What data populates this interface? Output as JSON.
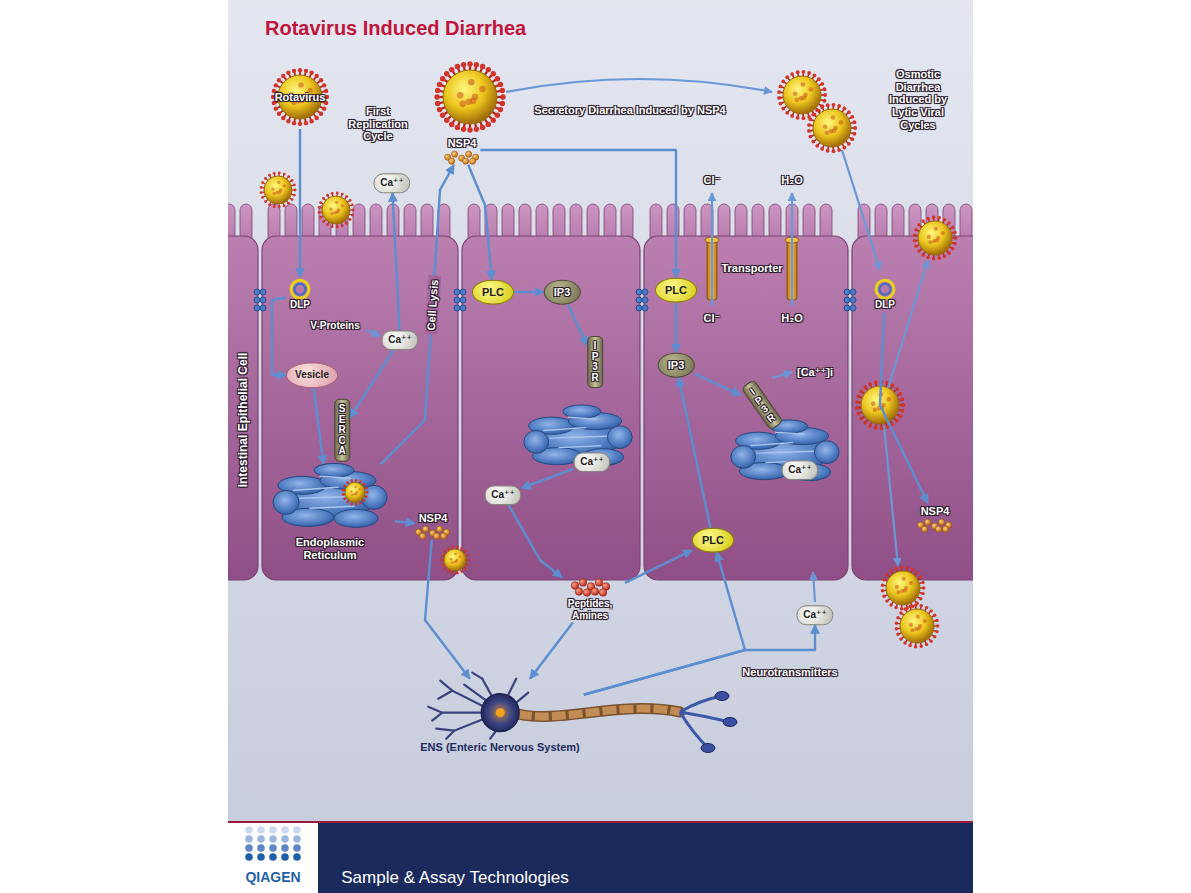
{
  "diagram": {
    "title": "Rotavirus Induced Diarrhea",
    "nodes": [
      {
        "text": [
          "Rotavirus"
        ]
      },
      {
        "text": [
          "NSP4"
        ]
      },
      {
        "text": [
          "Ca⁺⁺"
        ]
      },
      {
        "text": [
          "PLC"
        ]
      },
      {
        "text": [
          "IP3"
        ]
      },
      {
        "text": [
          "PLC"
        ]
      },
      {
        "text": [
          "DLP"
        ]
      },
      {
        "text": [
          "DLP"
        ]
      },
      {
        "text": [
          "Ca⁺⁺"
        ]
      },
      {
        "text": [
          "IP3R"
        ]
      },
      {
        "text": [
          "IP3"
        ]
      },
      {
        "text": [
          "Vesicle"
        ]
      },
      {
        "text": [
          "IP3R"
        ]
      },
      {
        "text": [
          "SERCA"
        ]
      },
      {
        "text": [
          "Endoplasmic Reticulum"
        ]
      },
      {
        "text": [
          "Ca⁺⁺"
        ]
      },
      {
        "text": [
          "Ca⁺⁺"
        ]
      },
      {
        "text": [
          "Ca⁺⁺"
        ]
      },
      {
        "text": [
          "NSP4"
        ]
      },
      {
        "text": [
          "NSP4"
        ]
      },
      {
        "text": [
          "PLC"
        ]
      },
      {
        "text": [
          "Peptides, Amines"
        ]
      },
      {
        "text": [
          "Ca⁺⁺"
        ]
      },
      {
        "text": [
          "ENS (Enteric Nervous System)"
        ]
      }
    ],
    "edges": [
      {
        "from": 0,
        "to": 6,
        "arrow": "to"
      },
      {
        "from": 1,
        "to": 3,
        "arrow": "to"
      },
      {
        "from": 1,
        "to": 5,
        "arrow": "to"
      },
      {
        "from": 8,
        "to": 2,
        "arrow": "to"
      },
      {
        "from": 6,
        "to": 11,
        "arrow": "to"
      },
      {
        "from": 3,
        "to": 4,
        "arrow": "to"
      },
      {
        "from": 4,
        "to": 9,
        "arrow": "to"
      },
      {
        "from": 5,
        "to": 10,
        "arrow": "to"
      },
      {
        "from": 8,
        "to": 13,
        "arrow": "to"
      },
      {
        "from": 11,
        "to": 14,
        "arrow": "to"
      },
      {
        "from": 10,
        "to": 12,
        "arrow": "to"
      },
      {
        "from": 14,
        "to": 1,
        "label": "Cell Lysis",
        "arrow": "to"
      },
      {
        "from": 15,
        "to": 17,
        "arrow": "to"
      },
      {
        "from": 17,
        "to": 21,
        "arrow": "to"
      },
      {
        "from": 14,
        "to": 18,
        "arrow": "to"
      },
      {
        "from": 21,
        "to": 23,
        "arrow": "to"
      },
      {
        "from": 18,
        "to": 23,
        "arrow": "to"
      },
      {
        "from": 21,
        "to": 20,
        "arrow": "to"
      },
      {
        "from": 20,
        "to": 10,
        "arrow": "to"
      },
      {
        "from": 23,
        "to": 20,
        "arrow": "to"
      },
      {
        "from": 23,
        "to": 22,
        "arrow": "to"
      },
      {
        "from": 7,
        "to": 19,
        "arrow": "to"
      }
    ],
    "labels": [
      "First Replication Cycle",
      "Secretory Diarrhea Induced by NSP4",
      "Osmotic Diarrhea Induced by Lytic Viral Cycles",
      "Cl⁻",
      "H₂O",
      "Transporter",
      "Cl⁻",
      "H₂O",
      "V-Proteins",
      "[Ca⁺⁺]i",
      "Intestinal Epithelial Cell",
      "Neurotransmitters",
      "QIAGEN",
      "Sample & Assay Technologies"
    ]
  }
}
